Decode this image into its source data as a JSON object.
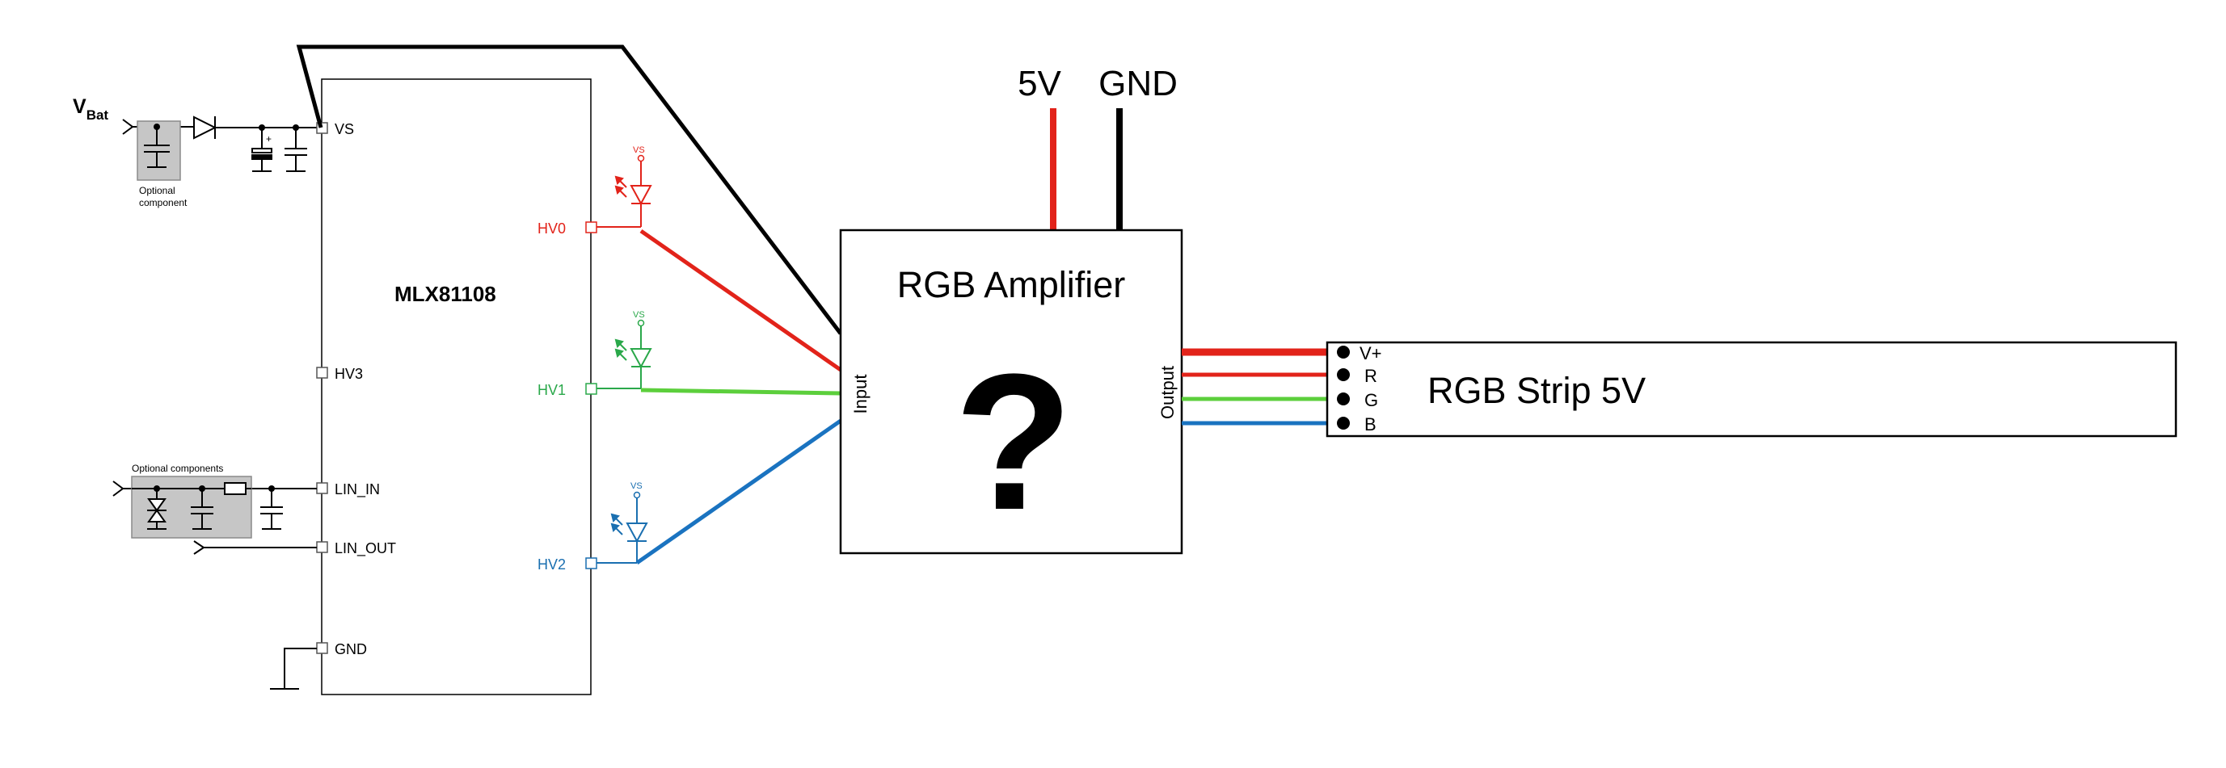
{
  "supply": {
    "vbat_main": "V",
    "vbat_sub": "Bat",
    "optional_single": [
      "Optional",
      "component"
    ],
    "optional_multi": "Optional components"
  },
  "chip": {
    "name": "MLX81108",
    "pins": {
      "vs": "VS",
      "hv3": "HV3",
      "lin_in": "LIN_IN",
      "lin_out": "LIN_OUT",
      "gnd": "GND",
      "hv0": "HV0",
      "hv1": "HV1",
      "hv2": "HV2"
    },
    "led_supply_label": "VS"
  },
  "amplifier": {
    "title": "RGB Amplifier",
    "mark": "?",
    "input_label": "Input",
    "output_label": "Output",
    "rail_5v": "5V",
    "rail_gnd": "GND"
  },
  "strip": {
    "title": "RGB Strip 5V",
    "pins": [
      "V+",
      "R",
      "G",
      "B"
    ]
  },
  "colors": {
    "red": "#e2231a",
    "green": "#5ccf3c",
    "blue": "#1a73c0",
    "black": "#000000",
    "gray_box": "#c6c6c6",
    "led_red": "#e2231a",
    "led_green": "#2aa84a",
    "led_blue": "#1a6fb0"
  }
}
